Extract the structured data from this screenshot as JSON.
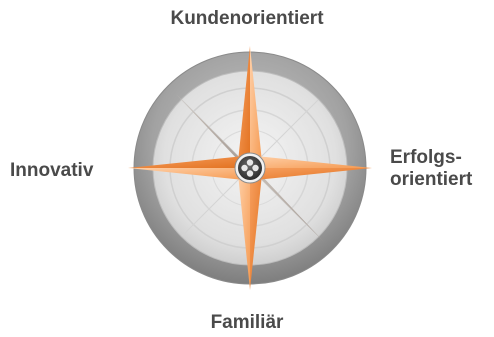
{
  "compass": {
    "north_label": "Kundenorientiert",
    "east_label_line1": "Erfolgs-",
    "east_label_line2": "orientiert",
    "south_label": "Familiär",
    "west_label": "Innovativ",
    "colors": {
      "primary_points": "#f08a3e",
      "secondary_points": "#b3aaa4",
      "ring": "#9c9c9c",
      "face": "#e3e3e3",
      "center_hub": "#3a3a3a"
    }
  }
}
